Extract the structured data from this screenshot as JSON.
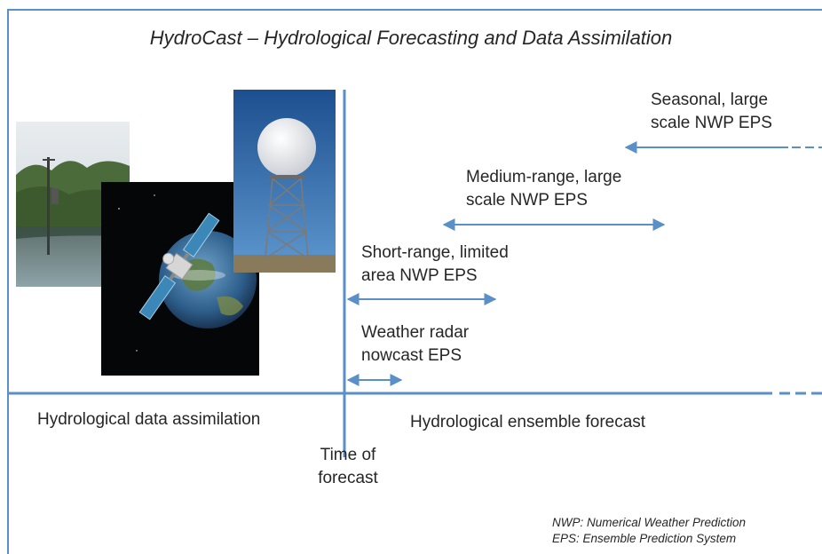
{
  "title": "HydroCast – Hydrological Forecasting and Data Assimilation",
  "forecast_ranges": [
    {
      "lines": [
        "Seasonal, large",
        "scale NWP EPS"
      ]
    },
    {
      "lines": [
        "Medium-range, large",
        "scale NWP EPS"
      ]
    },
    {
      "lines": [
        "Short-range, limited",
        "area NWP EPS"
      ]
    },
    {
      "lines": [
        "Weather radar",
        "nowcast EPS"
      ]
    }
  ],
  "bottom": {
    "left_label": "Hydrological data assimilation",
    "right_label": "Hydrological ensemble forecast",
    "time_label": [
      "Time of",
      "forecast"
    ]
  },
  "legend": [
    "NWP: Numerical Weather Prediction",
    "EPS: Ensemble Prediction System"
  ],
  "images": [
    "river-gauge-photo",
    "satellite-earth-illustration",
    "weather-radar-tower-photo"
  ],
  "colors": {
    "line": "#5a8fc7",
    "text": "#262626"
  }
}
